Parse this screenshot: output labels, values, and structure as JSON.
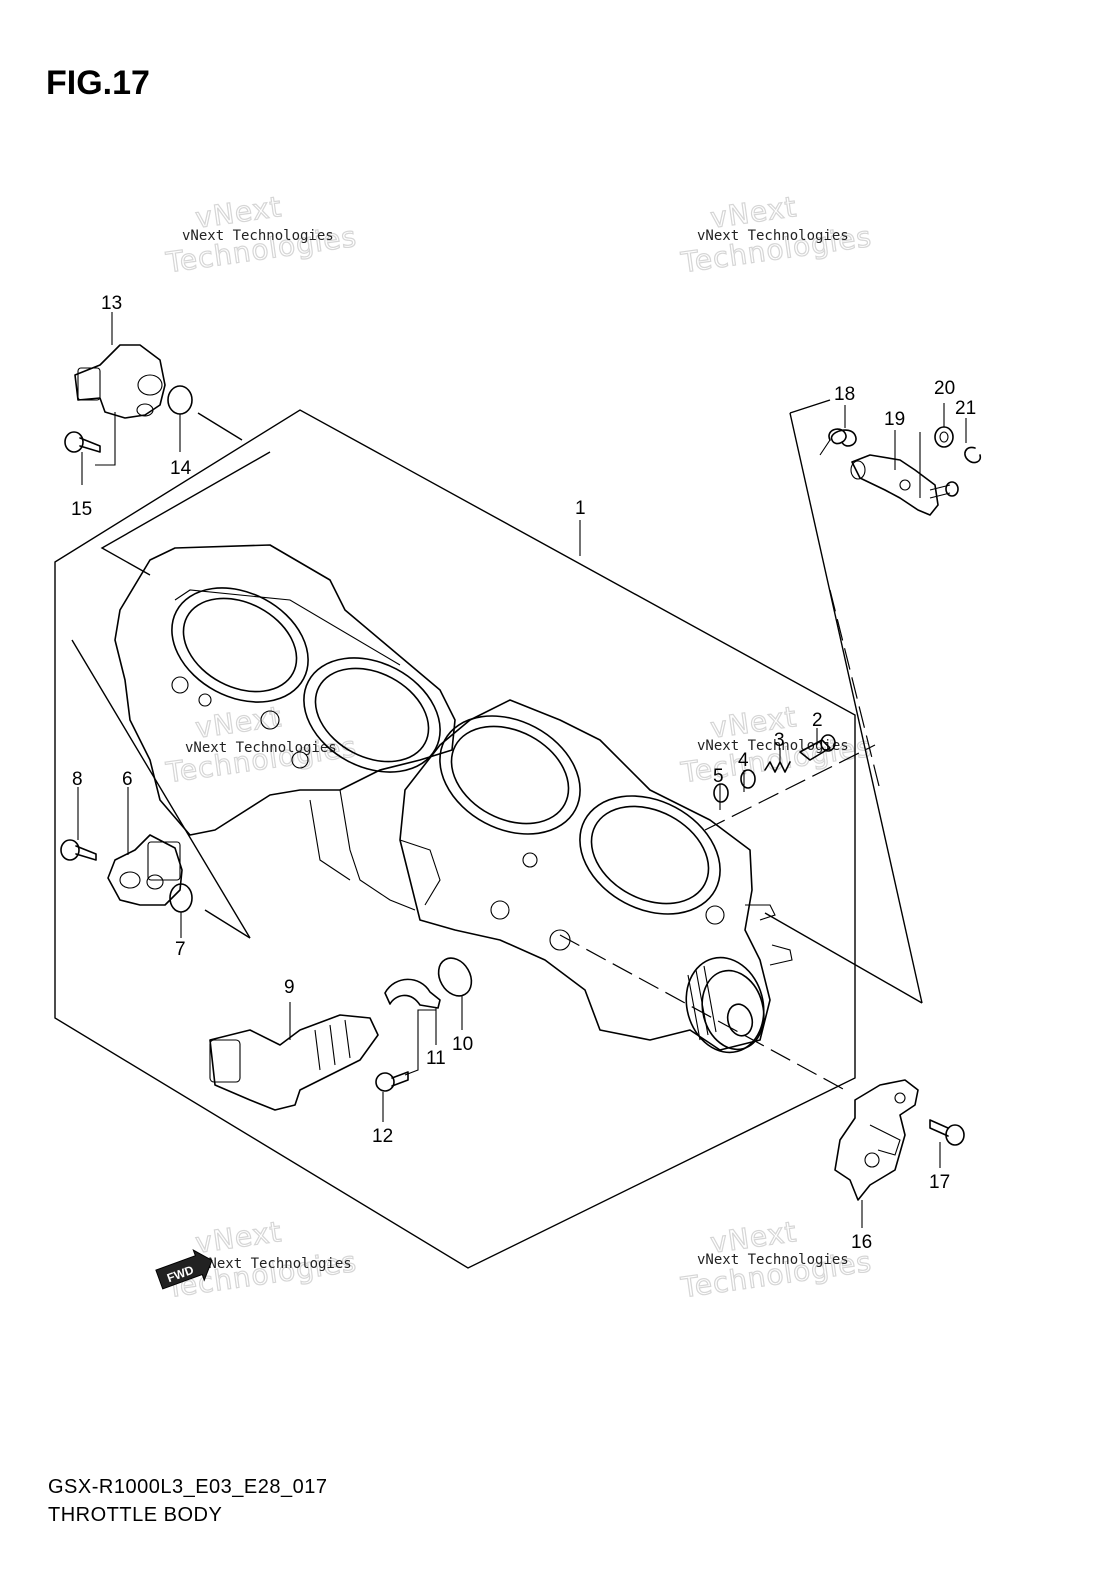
{
  "figure": {
    "title": "FIG.17"
  },
  "footer": {
    "code": "GSX-R1000L3_E03_E28_017",
    "name": "THROTTLE BODY"
  },
  "watermark": {
    "line1": "vNext Technologies",
    "line2": "vNext",
    "line3": "Technologies"
  },
  "fwd_badge": "FWD",
  "callouts": {
    "c1": "1",
    "c2": "2",
    "c3": "3",
    "c4": "4",
    "c5": "5",
    "c6": "6",
    "c7": "7",
    "c8": "8",
    "c9": "9",
    "c10": "10",
    "c11": "11",
    "c12": "12",
    "c13": "13",
    "c14": "14",
    "c15": "15",
    "c16": "16",
    "c17": "17",
    "c18": "18",
    "c19": "19",
    "c20": "20",
    "c21": "21"
  }
}
